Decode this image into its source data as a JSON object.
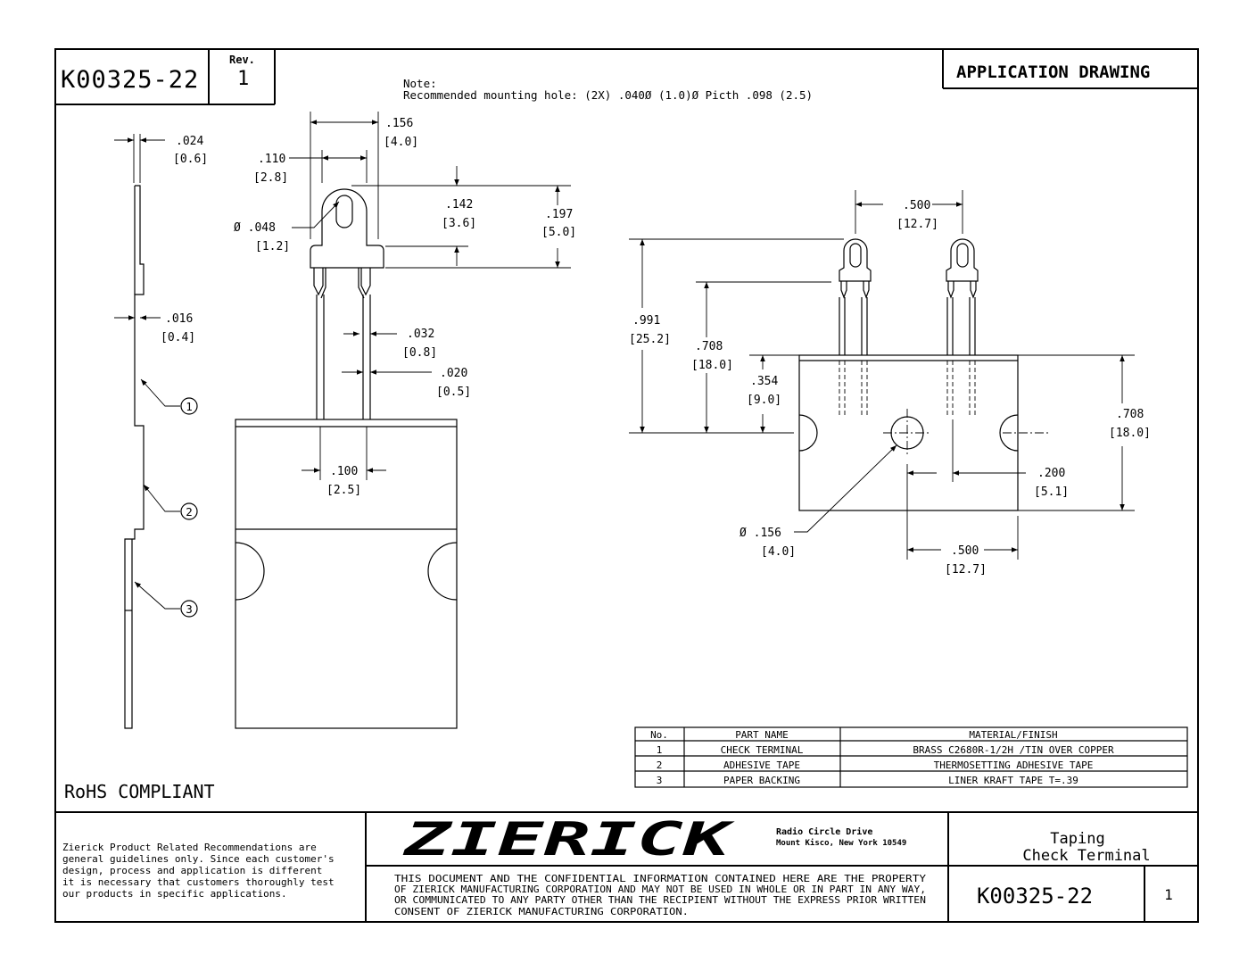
{
  "header": {
    "part_number": "K00325-22",
    "rev_label": "Rev.",
    "rev_value": "1",
    "drawing_type": "APPLICATION DRAWING"
  },
  "note": {
    "label": "Note:",
    "text": "Recommended mounting hole: (2X) .040Ø (1.0)Ø   Picth .098 (2.5)"
  },
  "dimensions": {
    "side": [
      {
        "value": ".024",
        "metric": "[0.6]"
      },
      {
        "value": ".016",
        "metric": "[0.4]"
      }
    ],
    "front": [
      {
        "value": ".156",
        "metric": "[4.0]"
      },
      {
        "value": ".110",
        "metric": "[2.8]"
      },
      {
        "value": ".142",
        "metric": "[3.6]"
      },
      {
        "value": ".197",
        "metric": "[5.0]"
      },
      {
        "value": "Ø  .048",
        "metric": "[1.2]"
      },
      {
        "value": ".032",
        "metric": "[0.8]"
      },
      {
        "value": ".020",
        "metric": "[0.5]"
      },
      {
        "value": ".100",
        "metric": "[2.5]"
      }
    ],
    "right": [
      {
        "value": ".500",
        "metric": "[12.7]"
      },
      {
        "value": ".991",
        "metric": "[25.2]"
      },
      {
        "value": ".708",
        "metric": "[18.0]"
      },
      {
        "value": ".354",
        "metric": "[9.0]"
      },
      {
        "value": ".708",
        "metric": "[18.0]"
      },
      {
        "value": ".200",
        "metric": "[5.1]"
      },
      {
        "value": "Ø  .156",
        "metric": "[4.0]"
      },
      {
        "value": ".500",
        "metric": "[12.7]"
      }
    ]
  },
  "balloons": [
    "1",
    "2",
    "3"
  ],
  "rohs": "RoHS COMPLIANT",
  "parts_table": {
    "headers": [
      "No.",
      "PART NAME",
      "MATERIAL/FINISH"
    ],
    "rows": [
      [
        "1",
        "CHECK TERMINAL",
        "BRASS C2680R-1/2H /TIN OVER COPPER"
      ],
      [
        "2",
        "ADHESIVE TAPE",
        "THERMOSETTING ADHESIVE TAPE"
      ],
      [
        "3",
        "PAPER BACKING",
        "LINER KRAFT TAPE T=.39"
      ]
    ]
  },
  "title_block": {
    "disclaimer": [
      "Zierick Product Related Recommendations are",
      "general guidelines only. Since each customer's",
      "design, process and application is different",
      "it is necessary that customers thoroughly test",
      "our products in specific applications."
    ],
    "company_logo": "ZIERICK",
    "address_line1": "Radio Circle Drive",
    "address_line2": "Mount Kisco, New York 10549",
    "confidential": [
      "THIS DOCUMENT AND THE CONFIDENTIAL INFORMATION CONTAINED HERE ARE THE PROPERTY",
      "OF ZIERICK MANUFACTURING CORPORATION AND MAY NOT BE USED IN WHOLE OR IN PART IN ANY WAY,",
      "OR COMMUNICATED TO ANY PARTY OTHER THAN THE RECIPIENT WITHOUT THE EXPRESS PRIOR WRITTEN",
      "CONSENT OF ZIERICK MANUFACTURING CORPORATION."
    ],
    "title_line1": "Taping",
    "title_line2": "Check Terminal",
    "part_number": "K00325-22",
    "revision": "1"
  }
}
